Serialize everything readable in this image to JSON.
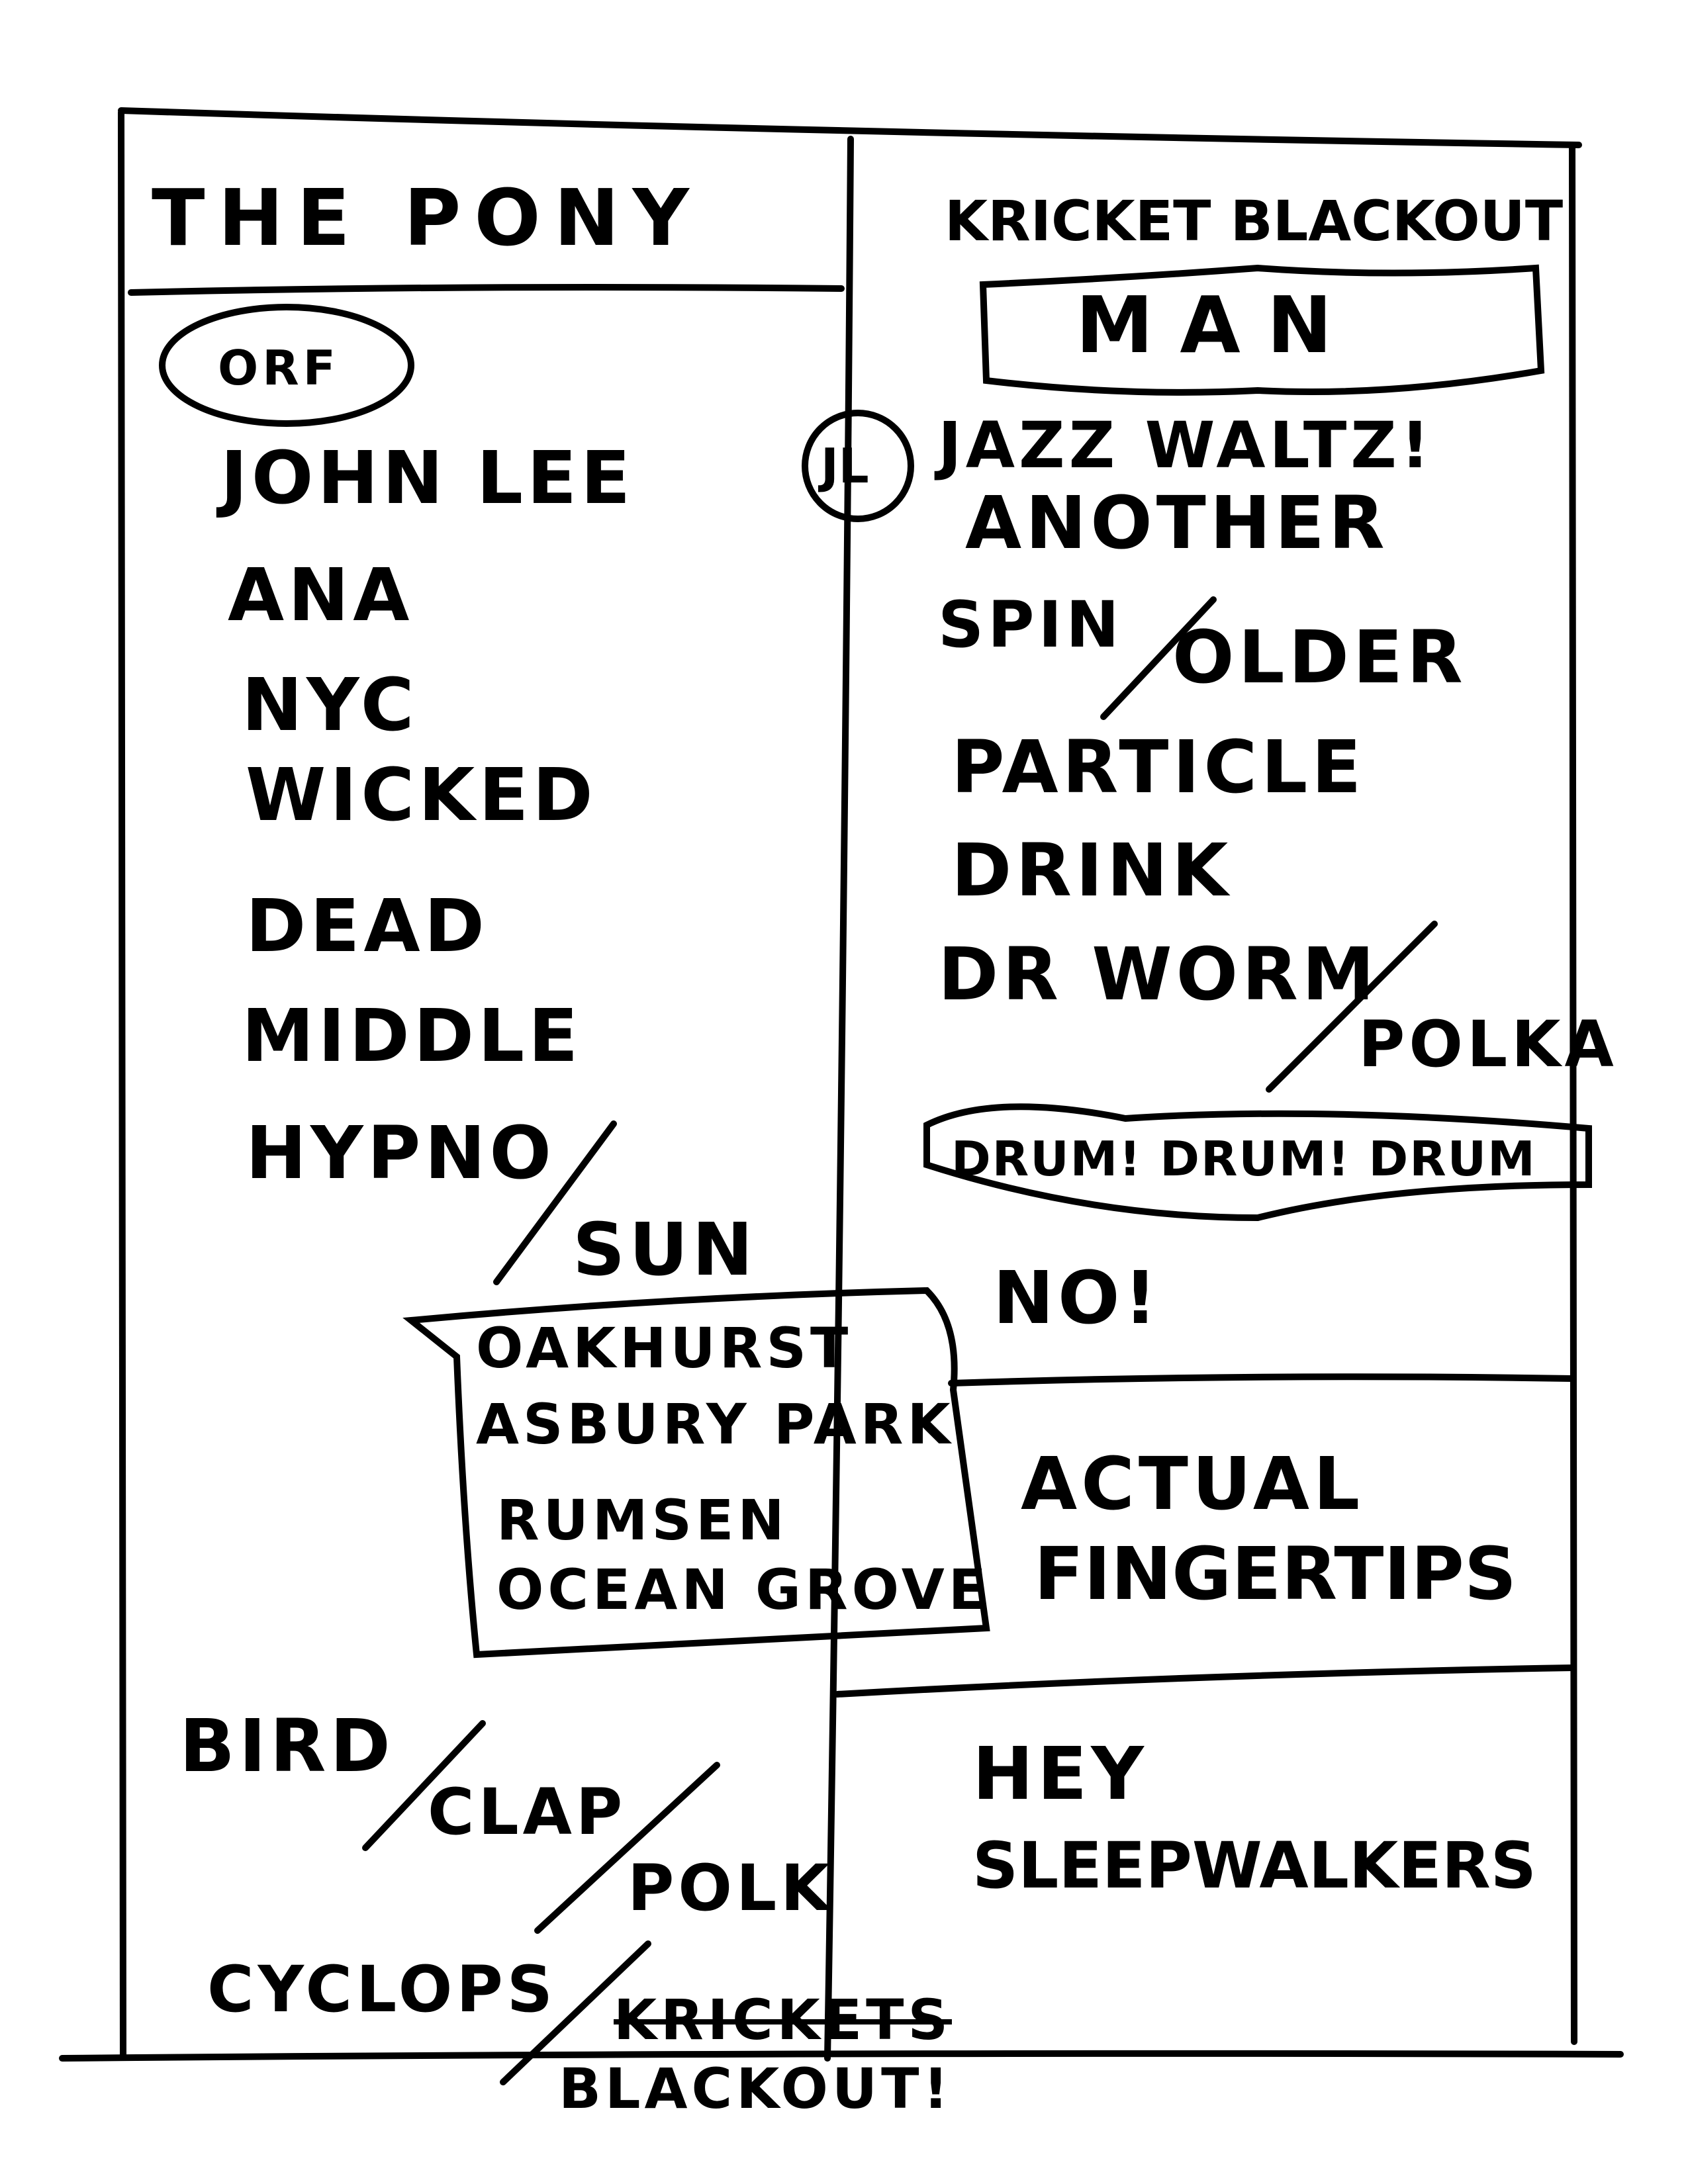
{
  "left_column": {
    "title": "THE PONY",
    "circled_note": "ORF",
    "songs": [
      "JOHN LEE",
      "ANA",
      "NYC",
      "WICKED",
      "DEAD",
      "MIDDLE",
      "HYPNO",
      "SUN"
    ],
    "boxed_medley": [
      "OAKHURST",
      "ASBURY PARK",
      "RUMSEN",
      "OCEAN GROVE"
    ],
    "closing": [
      "BIRD",
      "CLAP",
      "POLK",
      "CYCLOPS",
      "KRICKETS",
      "BLACKOUT!"
    ]
  },
  "right_column": {
    "title": "KRICKET BLACKOUT",
    "boxed_opener": "MAN",
    "circled_note": "JL",
    "songs": [
      "JAZZ WALTZ!",
      "ANOTHER",
      "SPIN",
      "OLDER",
      "PARTICLE",
      "DRINK",
      "DR WORM",
      "POLKA"
    ],
    "boxed_song": "DRUM! DRUM! DRUM",
    "after_box": "NO!",
    "section2": [
      "ACTUAL",
      "FINGERTIPS"
    ],
    "section3": [
      "HEY",
      "SLEEPWALKERS"
    ]
  }
}
